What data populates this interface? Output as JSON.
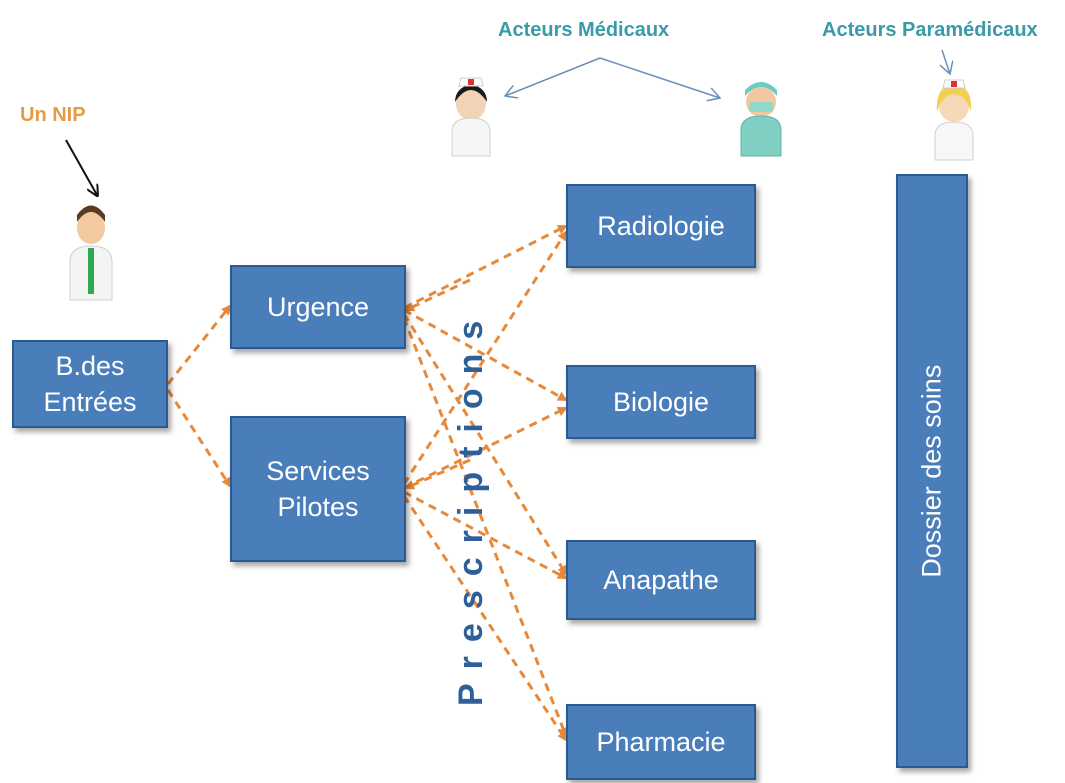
{
  "diagram": {
    "input_label": "Un NIP",
    "medical_label": "Acteurs Médicaux",
    "paramedical_label": "Acteurs Paramédicaux",
    "prescriptions_label": "Prescriptions",
    "nodes": {
      "entrees": "B.des\nEntrées",
      "urgence": "Urgence",
      "services": "Services\nPilotes",
      "radiologie": "Radiologie",
      "biologie": "Biologie",
      "anapathe": "Anapathe",
      "pharmacie": "Pharmacie",
      "dossier": "Dossier des soins"
    },
    "icons": [
      "patient-man-icon",
      "nurse-icon",
      "surgeon-icon",
      "paramedic-nurse-icon"
    ],
    "colors": {
      "box": "#4a7ebb",
      "box_border": "#2b5a8f",
      "dashed_arrow": "#e8893a",
      "input_label": "#e69a47",
      "actor_label": "#3a9aa8",
      "prescriptions": "#2e5f98"
    }
  }
}
